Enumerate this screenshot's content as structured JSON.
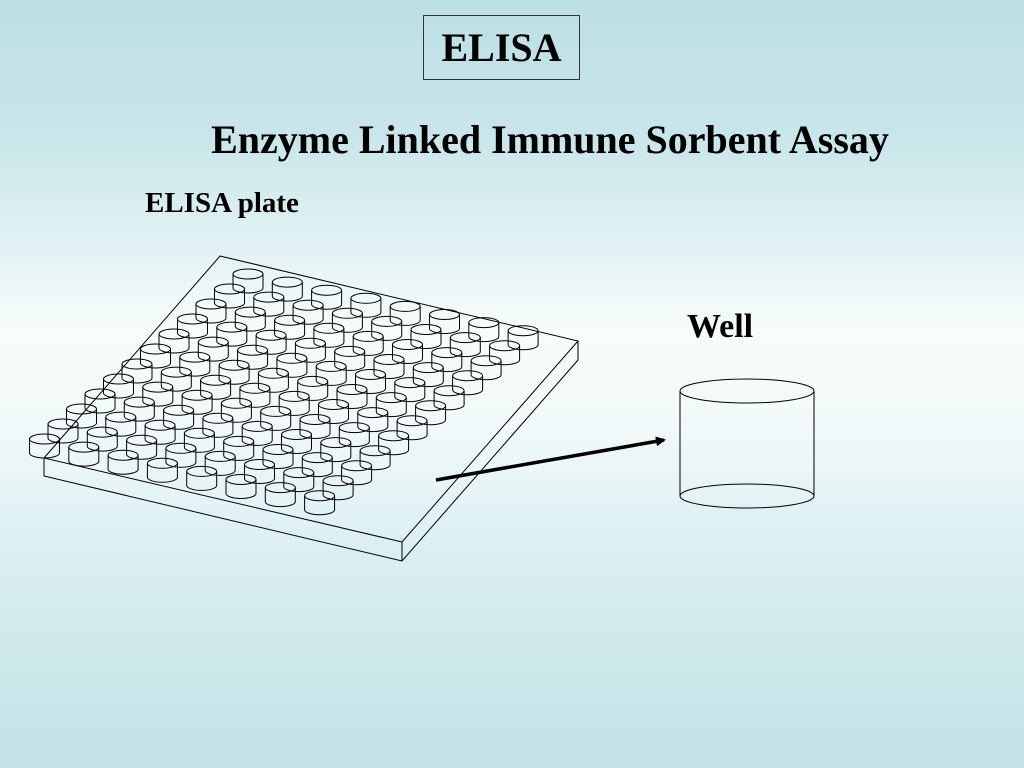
{
  "title": "ELISA",
  "subtitle": "Enzyme Linked Immune Sorbent Assay",
  "labels": {
    "plate": "ELISA plate",
    "well": "Well"
  },
  "plate": {
    "rows": 8,
    "columns": 12
  },
  "colors": {
    "stroke": "#000000",
    "background_top": "#bcdfe4",
    "background_middle": "#f7fcfc"
  }
}
